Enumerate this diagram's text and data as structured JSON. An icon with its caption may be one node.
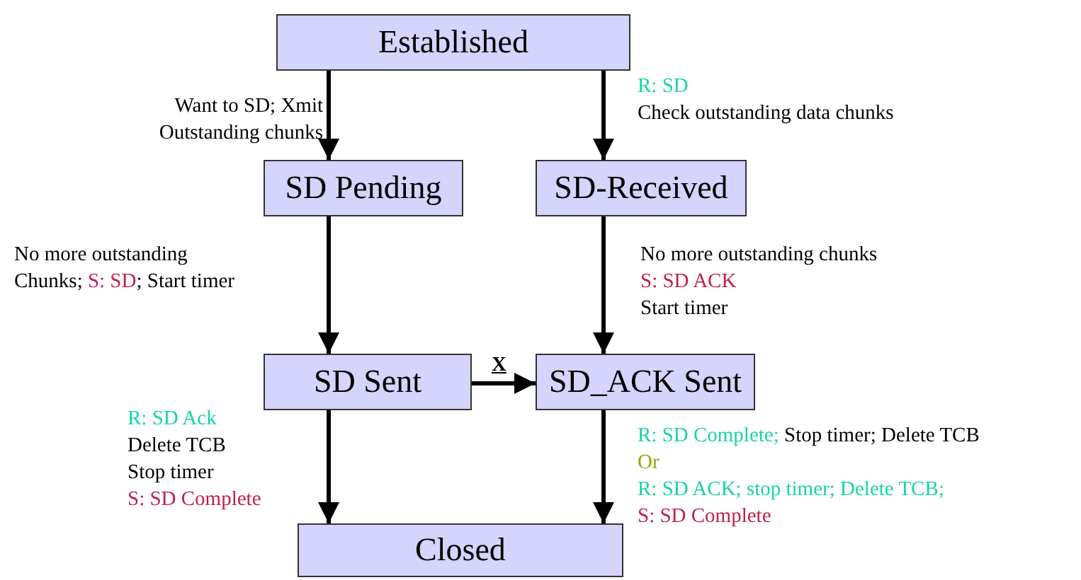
{
  "diagram": {
    "nodes": [
      {
        "text": [
          "Established"
        ]
      },
      {
        "text": [
          "SD Pending"
        ]
      },
      {
        "text": [
          "SD-Received"
        ]
      },
      {
        "text": [
          "SD Sent"
        ]
      },
      {
        "text": [
          "SD_ACK Sent"
        ]
      },
      {
        "text": [
          "Closed"
        ]
      }
    ],
    "edges": [
      {
        "from": 0,
        "to": 1,
        "arrow": "to",
        "label": "Want to SD; Xmit Outstanding chunks"
      },
      {
        "from": 0,
        "to": 2,
        "arrow": "to",
        "label": "R: SD Check outstanding data chunks"
      },
      {
        "from": 1,
        "to": 3,
        "arrow": "to",
        "label": "No more outstanding Chunks; S: SD; Start timer"
      },
      {
        "from": 2,
        "to": 4,
        "arrow": "to",
        "label": "No more outstanding chunks S: SD ACK Start timer"
      },
      {
        "from": 3,
        "to": 4,
        "arrow": "to",
        "label": "X"
      },
      {
        "from": 3,
        "to": 5,
        "arrow": "to",
        "label": "R: SD Ack Delete TCB Stop timer S: SD Complete"
      },
      {
        "from": 4,
        "to": 5,
        "arrow": "to",
        "label": "R: SD Complete; Stop timer; Delete TCB Or R: SD ACK; stop timer; Delete TCB; S: SD Complete"
      }
    ]
  }
}
